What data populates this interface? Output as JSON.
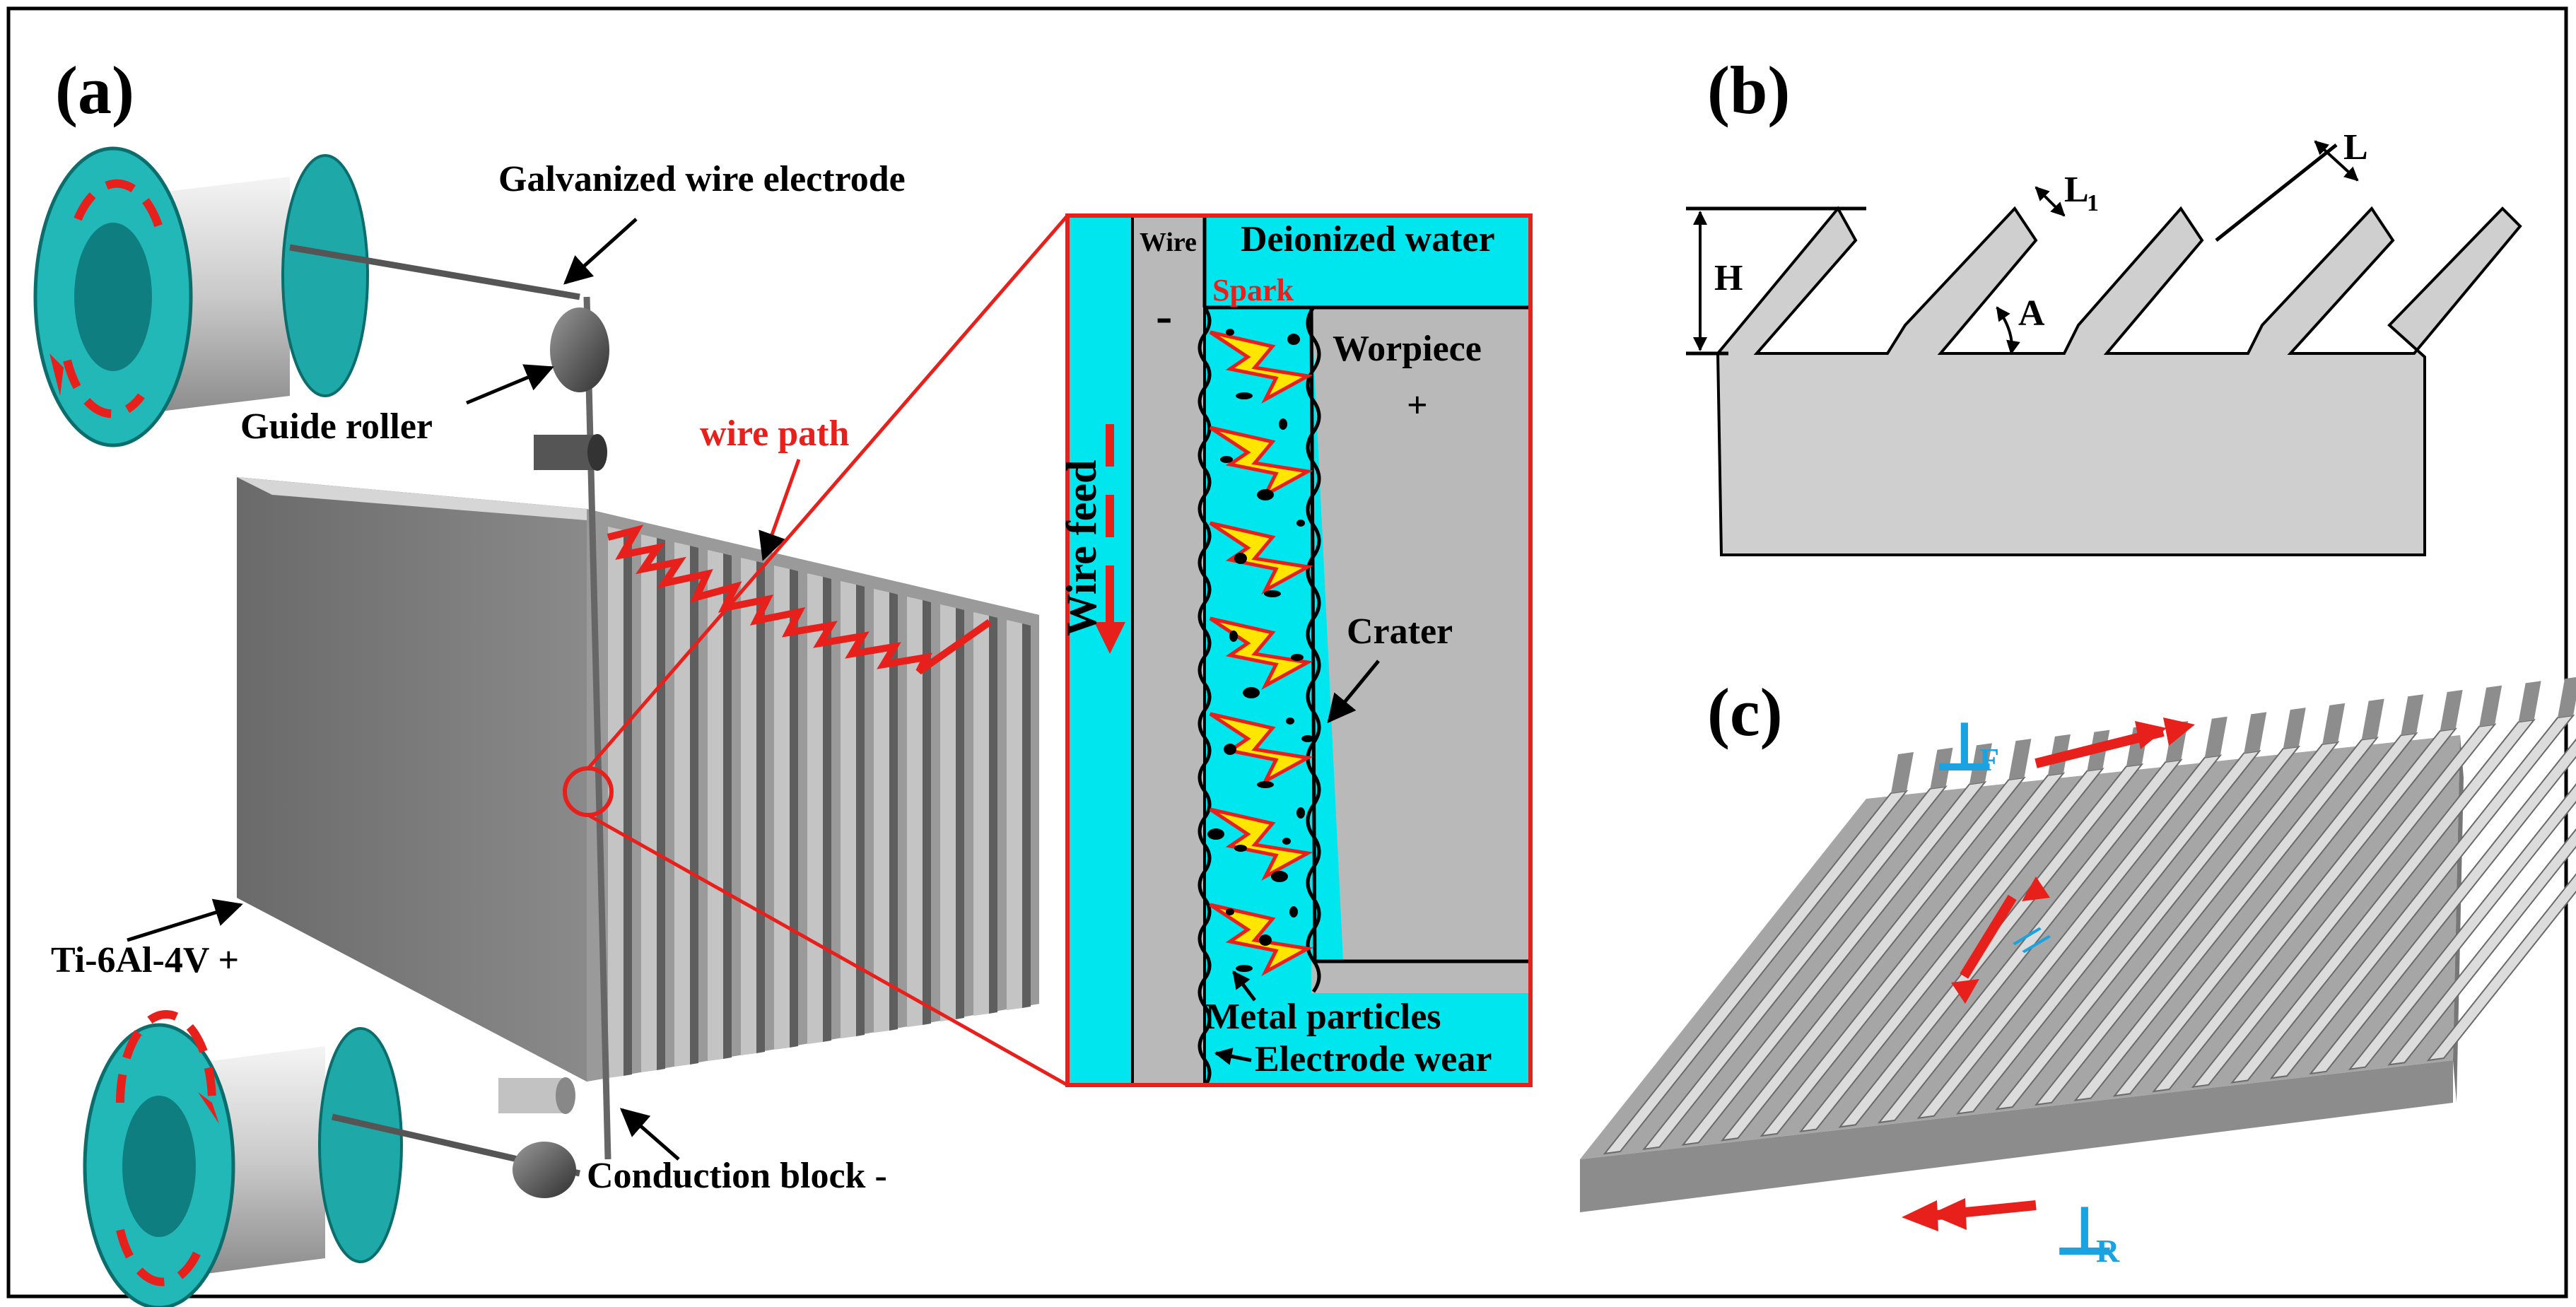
{
  "panels": {
    "a": "(a)",
    "b": "(b)",
    "c": "(c)"
  },
  "panel_a": {
    "galvanized_wire": "Galvanized wire electrode",
    "guide_roller": "Guide roller",
    "wire_path": "wire path",
    "workpiece_material": "Ti-6Al-4V +",
    "conduction_block": "Conduction block  -"
  },
  "inset": {
    "wire": "Wire",
    "deionized_water": "Deionized water",
    "spark": "Spark",
    "minus": "-",
    "workpiece": "Worpiece",
    "plus": "+",
    "wire_feed": "Wire feed",
    "crater": "Crater",
    "metal_particles": "Metal particles",
    "electrode_wear": "Electrode wear"
  },
  "panel_b": {
    "H": "H",
    "L1": "L",
    "L1_sub": "1",
    "A": "A",
    "L": "L"
  },
  "panel_c": {
    "perp": "⊥",
    "F": "F",
    "R": "R",
    "parallel": "//"
  },
  "colors": {
    "cyan": "#00e6ee",
    "red": "#e8201c",
    "blue": "#1aa3e0",
    "gray": "#b9b9b9",
    "dark": "#6f6f6f",
    "teal": "#1fa8a8"
  }
}
